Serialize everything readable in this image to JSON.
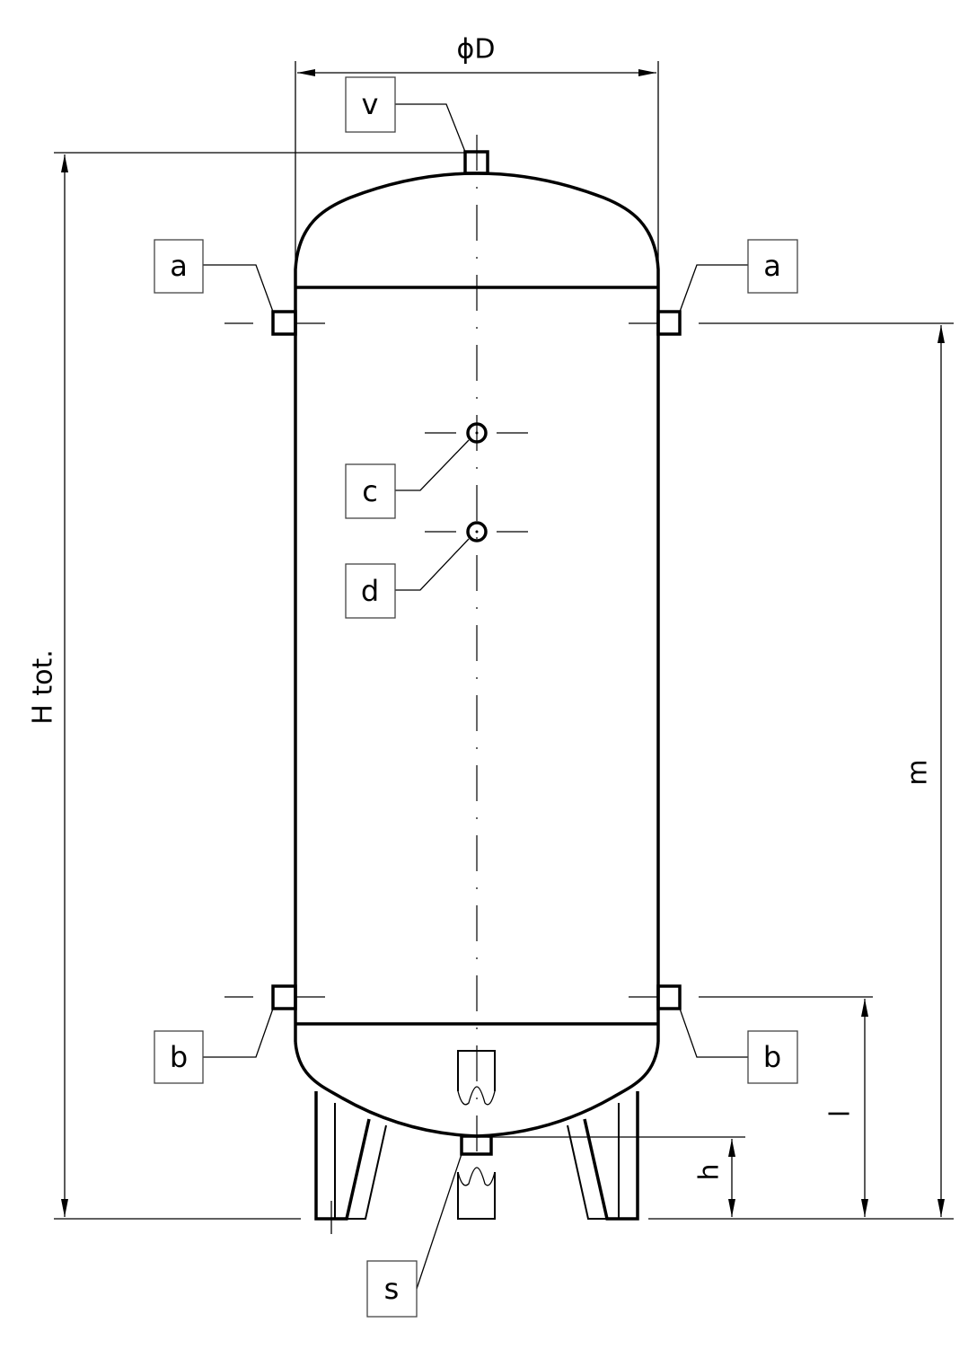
{
  "drawing": {
    "title": "Vertical pressure vessel dimensional drawing",
    "dimensions": {
      "diameter": "ϕD",
      "total_height": "H tot.",
      "m": "m",
      "l": "l",
      "h": "h"
    },
    "connections": {
      "v": "v",
      "a_left": "a",
      "a_right": "a",
      "c": "c",
      "d": "d",
      "b_left": "b",
      "b_right": "b",
      "s": "s"
    }
  }
}
